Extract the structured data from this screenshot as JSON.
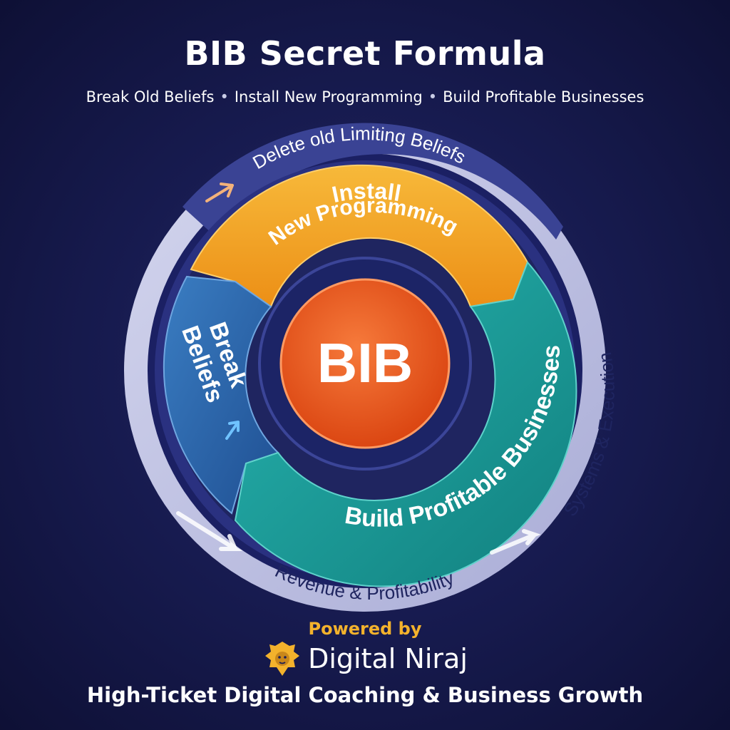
{
  "header": {
    "title": "BIB Secret Formula",
    "subtitle_items": [
      "Break Old Beliefs",
      "Install New Programming",
      "Build Profitable Businesses"
    ],
    "separator": "•"
  },
  "diagram": {
    "center_label": "BIB",
    "inner_segments": {
      "install_line1": "Install",
      "install_line2": "New Programming",
      "break_line1": "Break",
      "break_line2": "Beliefs",
      "build": "Build Profitable Businesses"
    },
    "outer_ring": {
      "top": "Delete old Limiting Beliefs",
      "right": "Systems & Execution",
      "bottom": "Revenue & Profitability"
    },
    "colors": {
      "center": "#e8561e",
      "install": "#f2a31f",
      "break": "#2d6cb0",
      "build": "#1c9d9c",
      "outer_ring": "#c4c6e3",
      "outer_ring_band": "#3a4394",
      "accent_gold": "#f3b22c"
    }
  },
  "footer": {
    "powered_by": "Powered by",
    "brand_name": "Digital Niraj",
    "tagline": "High-Ticket Digital Coaching & Business Growth"
  }
}
